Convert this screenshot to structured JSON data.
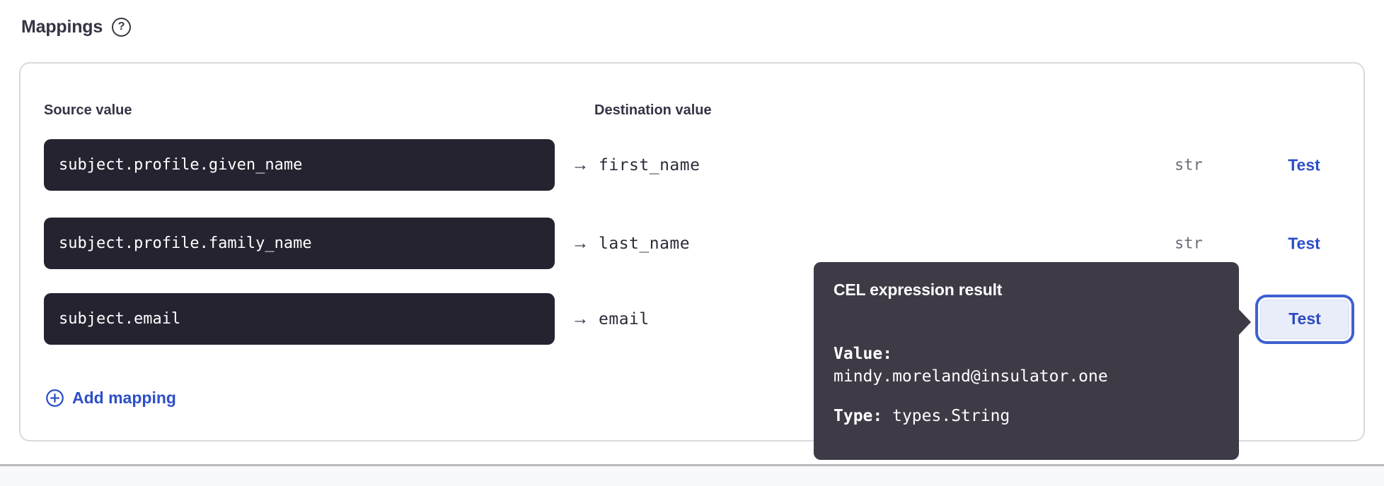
{
  "colors": {
    "accent_blue": "#2d4fc7",
    "input_background": "#262330",
    "tooltip_background": "#3e3a46",
    "type_gray": "#6e6b78",
    "heading_dark": "#373346",
    "focus_ring_blue": "#3e61d0",
    "button_fill": "#e9edfa"
  },
  "page": {
    "title": "Mappings",
    "help_icon_glyph": "?"
  },
  "table": {
    "source_header": "Source value",
    "destination_header": "Destination value",
    "arrow_glyph": "→",
    "test_label": "Test",
    "rows": [
      {
        "source": "subject.profile.given_name",
        "destination": "first_name",
        "type": "str"
      },
      {
        "source": "subject.profile.family_name",
        "destination": "last_name",
        "type": "str"
      },
      {
        "source": "subject.email",
        "destination": "email",
        "type": ""
      }
    ],
    "add_mapping_label": "Add mapping"
  },
  "tooltip": {
    "title": "CEL expression result",
    "value_label": "Value:",
    "value": "mindy.moreland@insulator.one",
    "type_label": "Type:",
    "type_value": "types.String"
  }
}
